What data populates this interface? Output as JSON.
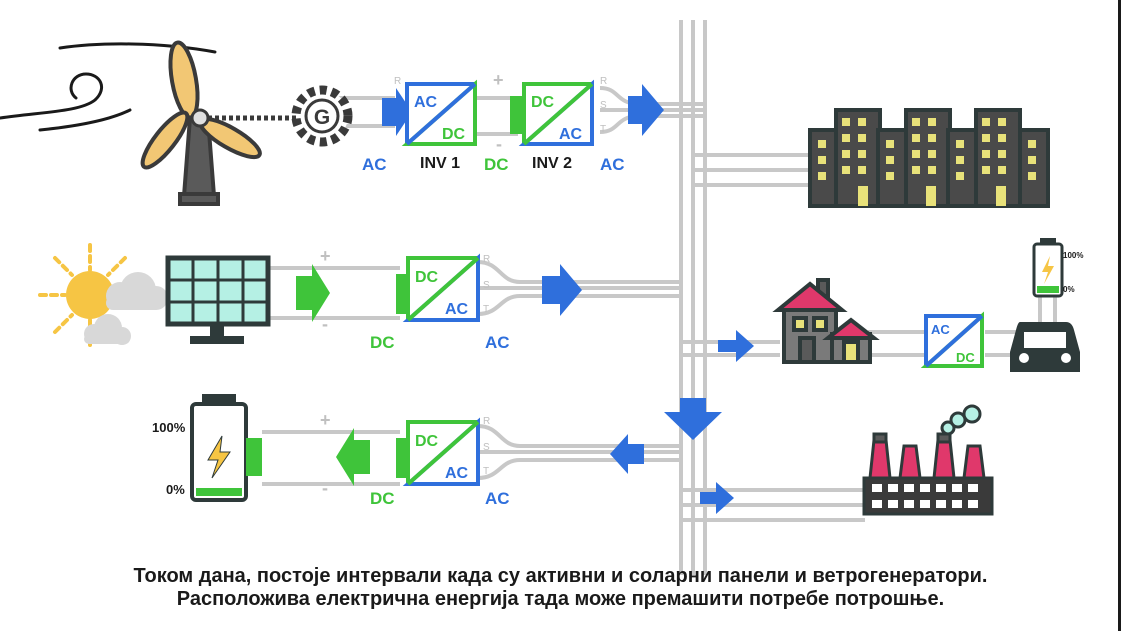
{
  "colors": {
    "ac_blue": "#2f6fdc",
    "dc_green": "#3fc43a",
    "line_gray": "#c8c8c8",
    "dark": "#3a3a3a",
    "building_yellow": "#e8e27a",
    "roof_pink": "#e0386b",
    "panel_teal": "#b5f0e4"
  },
  "wind_branch": {
    "generator_label": "G",
    "phases": [
      "R",
      "S",
      "T"
    ],
    "inv1": {
      "top": "AC",
      "bottom": "DC",
      "name": "INV 1"
    },
    "inv2": {
      "top": "DC",
      "bottom": "AC",
      "name": "INV 2"
    },
    "plus": "+",
    "minus": "-",
    "label_ac_left": "AC",
    "label_dc_mid": "DC",
    "label_ac_right": "AC"
  },
  "solar_branch": {
    "plus": "+",
    "minus": "-",
    "phases": [
      "R",
      "S",
      "T"
    ],
    "inverter": {
      "top": "DC",
      "bottom": "AC"
    },
    "label_dc": "DC",
    "label_ac": "AC"
  },
  "battery_branch": {
    "plus": "+",
    "minus": "-",
    "phases": [
      "R",
      "S",
      "T"
    ],
    "inverter": {
      "top": "DC",
      "bottom": "AC"
    },
    "label_dc": "DC",
    "label_ac": "AC",
    "level_top": "100%",
    "level_bottom": "0%"
  },
  "ev_branch": {
    "charger": {
      "top": "AC",
      "bottom": "DC"
    },
    "level_top": "100%",
    "level_bottom": "0%"
  },
  "caption": {
    "line1": "Током дана, постоје интервали када су активни и соларни панели и ветрогенератори.",
    "line2": "Расположива електрична енергија тада може премашити потребе потрошње."
  }
}
